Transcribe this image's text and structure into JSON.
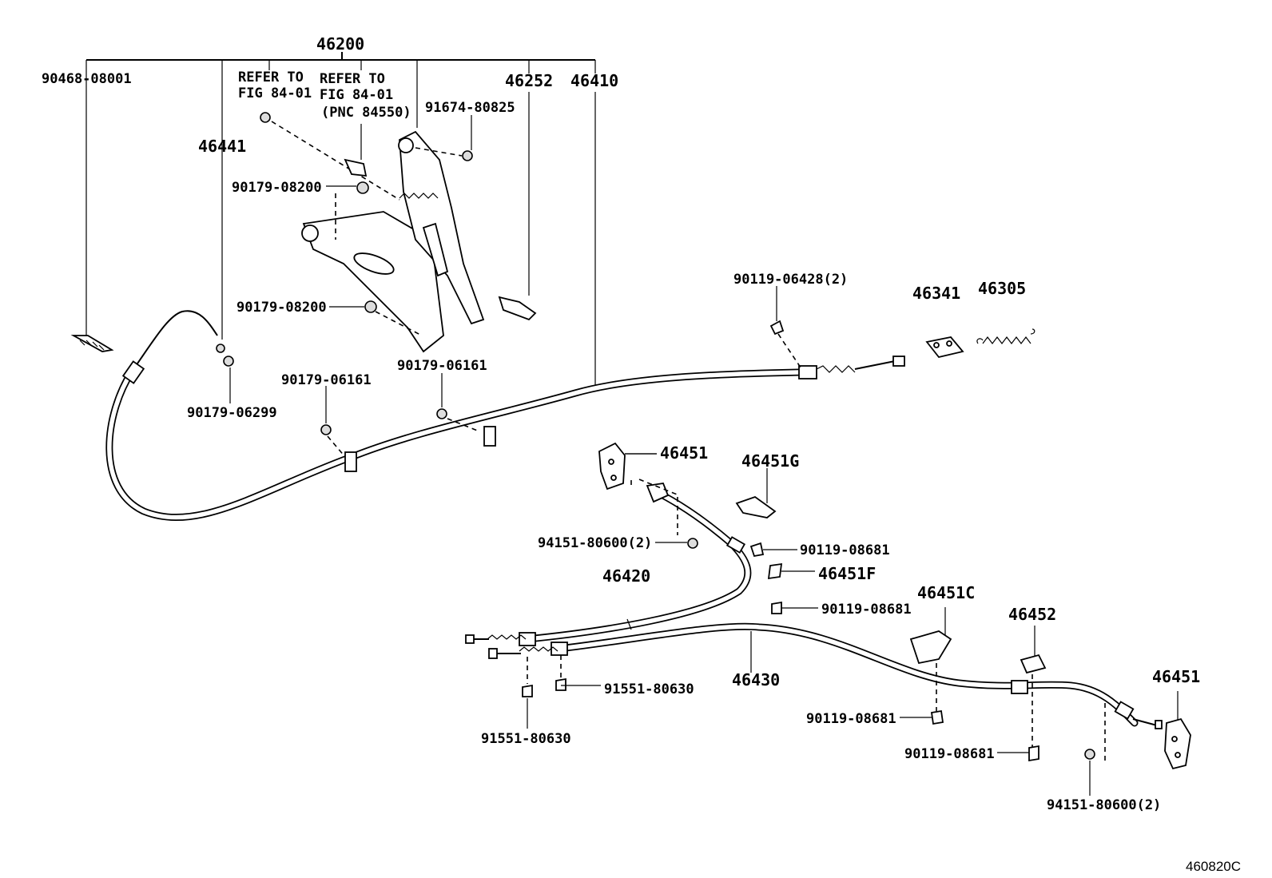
{
  "diagram": {
    "title_part": "46200",
    "drawing_code": "460820C",
    "labels": {
      "p46200": "46200",
      "p90468": "90468-08001",
      "p46441": "46441",
      "refer1_line1": "REFER TO",
      "refer1_line2": "FIG 84-01",
      "refer2_line1": "REFER TO",
      "refer2_line2": "FIG 84-01",
      "refer2_line3": "(PNC 84550)",
      "p46252": "46252",
      "p46410": "46410",
      "p91674": "91674-80825",
      "p90179_08200_a": "90179-08200",
      "p90179_08200_b": "90179-08200",
      "p90179_06299": "90179-06299",
      "p90179_06161_a": "90179-06161",
      "p90179_06161_b": "90179-06161",
      "p90119_06428": "90119-06428(2)",
      "p46341": "46341",
      "p46305": "46305",
      "p46451_a": "46451",
      "p46451G": "46451G",
      "p94151_a": "94151-80600(2)",
      "p90119_08681_a": "90119-08681",
      "p46451F": "46451F",
      "p46420": "46420",
      "p90119_08681_b": "90119-08681",
      "p46451C": "46451C",
      "p46452": "46452",
      "p46430": "46430",
      "p91551_a": "91551-80630",
      "p91551_b": "91551-80630",
      "p46451_b": "46451",
      "p90119_08681_c": "90119-08681",
      "p90119_08681_d": "90119-08681",
      "p94151_b": "94151-80600(2)"
    }
  }
}
